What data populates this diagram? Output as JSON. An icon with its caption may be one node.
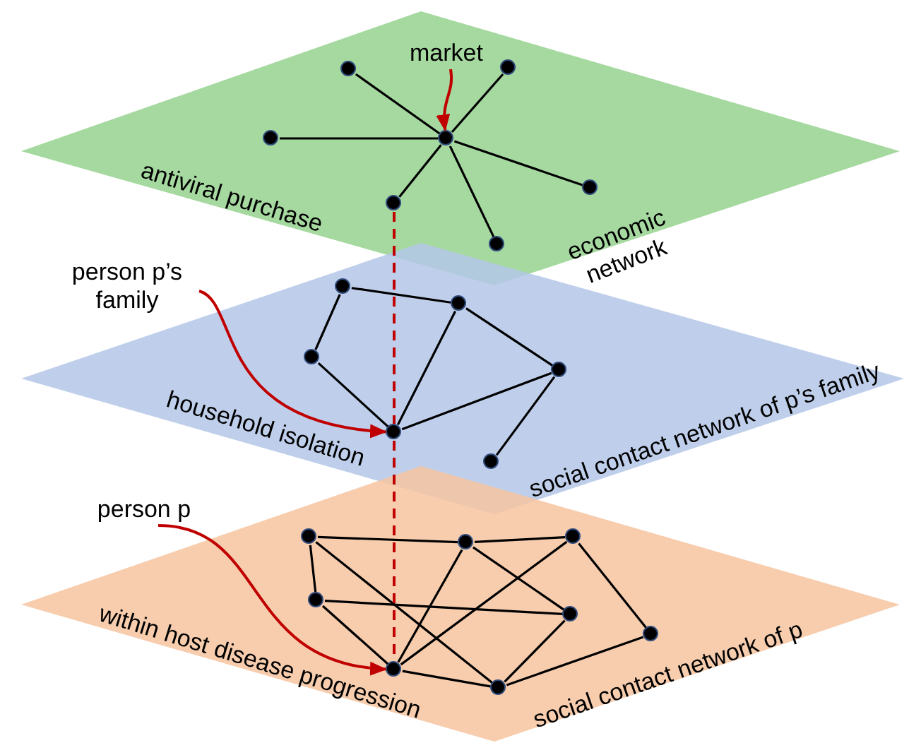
{
  "diagram": {
    "nodes": [
      {
        "text": [
          "antiviral purchase",
          "economic network"
        ]
      },
      {
        "text": [
          "market"
        ],
        "in": 0
      },
      {
        "text": [],
        "shape": "circle",
        "in": 0
      },
      {
        "text": [],
        "shape": "circle",
        "in": 0
      },
      {
        "text": [],
        "shape": "circle",
        "in": 0
      },
      {
        "text": [],
        "shape": "circle",
        "in": 0
      },
      {
        "text": [],
        "shape": "circle",
        "in": 0
      },
      {
        "text": [],
        "shape": "circle",
        "in": 0
      },
      {
        "text": [],
        "shape": "circle",
        "in": 0
      },
      {
        "text": [
          "person p’s family"
        ]
      },
      {
        "text": [
          "household isolation",
          "social contact network of p’s family"
        ]
      },
      {
        "text": [],
        "shape": "circle",
        "in": 10
      },
      {
        "text": [],
        "shape": "circle",
        "in": 10
      },
      {
        "text": [],
        "shape": "circle",
        "in": 10
      },
      {
        "text": [],
        "shape": "circle",
        "in": 10
      },
      {
        "text": [],
        "shape": "circle",
        "in": 10
      },
      {
        "text": [],
        "shape": "circle",
        "in": 10
      },
      {
        "text": [
          "person p"
        ]
      },
      {
        "text": [
          "within host disease progression",
          "social contact network of p"
        ]
      },
      {
        "text": [],
        "shape": "circle",
        "in": 18
      },
      {
        "text": [],
        "shape": "circle",
        "in": 18
      },
      {
        "text": [],
        "shape": "circle",
        "in": 18
      },
      {
        "text": [],
        "shape": "circle",
        "in": 18
      },
      {
        "text": [],
        "shape": "circle",
        "in": 18
      },
      {
        "text": [],
        "shape": "circle",
        "in": 18
      },
      {
        "text": [],
        "shape": "circle",
        "in": 18
      },
      {
        "text": [],
        "shape": "circle",
        "in": 18
      }
    ],
    "edges": [
      {
        "from": 2,
        "to": 3,
        "arrow": "none"
      },
      {
        "from": 2,
        "to": 4,
        "arrow": "none"
      },
      {
        "from": 2,
        "to": 5,
        "arrow": "none"
      },
      {
        "from": 2,
        "to": 6,
        "arrow": "none"
      },
      {
        "from": 2,
        "to": 7,
        "arrow": "none"
      },
      {
        "from": 2,
        "to": 8,
        "arrow": "none"
      },
      {
        "from": 11,
        "to": 12,
        "arrow": "none"
      },
      {
        "from": 11,
        "to": 13,
        "arrow": "none"
      },
      {
        "from": 13,
        "to": 15,
        "arrow": "none"
      },
      {
        "from": 12,
        "to": 15,
        "arrow": "none"
      },
      {
        "from": 12,
        "to": 14,
        "arrow": "none"
      },
      {
        "from": 15,
        "to": 14,
        "arrow": "none"
      },
      {
        "from": 14,
        "to": 16,
        "arrow": "none"
      },
      {
        "from": 19,
        "to": 20,
        "arrow": "none"
      },
      {
        "from": 20,
        "to": 21,
        "arrow": "none"
      },
      {
        "from": 19,
        "to": 22,
        "arrow": "none"
      },
      {
        "from": 19,
        "to": 26,
        "arrow": "none"
      },
      {
        "from": 20,
        "to": 25,
        "arrow": "none"
      },
      {
        "from": 20,
        "to": 23,
        "arrow": "none"
      },
      {
        "from": 21,
        "to": 25,
        "arrow": "none"
      },
      {
        "from": 21,
        "to": 24,
        "arrow": "none"
      },
      {
        "from": 22,
        "to": 23,
        "arrow": "none"
      },
      {
        "from": 22,
        "to": 25,
        "arrow": "none"
      },
      {
        "from": 23,
        "to": 26,
        "arrow": "none"
      },
      {
        "from": 25,
        "to": 26,
        "arrow": "none"
      },
      {
        "from": 24,
        "to": 26,
        "arrow": "none"
      },
      {
        "from": 7,
        "to": 15,
        "arrow": "none",
        "style": "dashed",
        "color": "#c00000"
      },
      {
        "from": 15,
        "to": 25,
        "arrow": "none",
        "style": "dashed",
        "color": "#c00000"
      },
      {
        "from": 1,
        "to": 2,
        "arrow": "to",
        "color": "#c00000"
      },
      {
        "from": 9,
        "to": 15,
        "arrow": "to",
        "color": "#c00000"
      },
      {
        "from": 17,
        "to": 25,
        "arrow": "to",
        "color": "#c00000"
      }
    ]
  }
}
